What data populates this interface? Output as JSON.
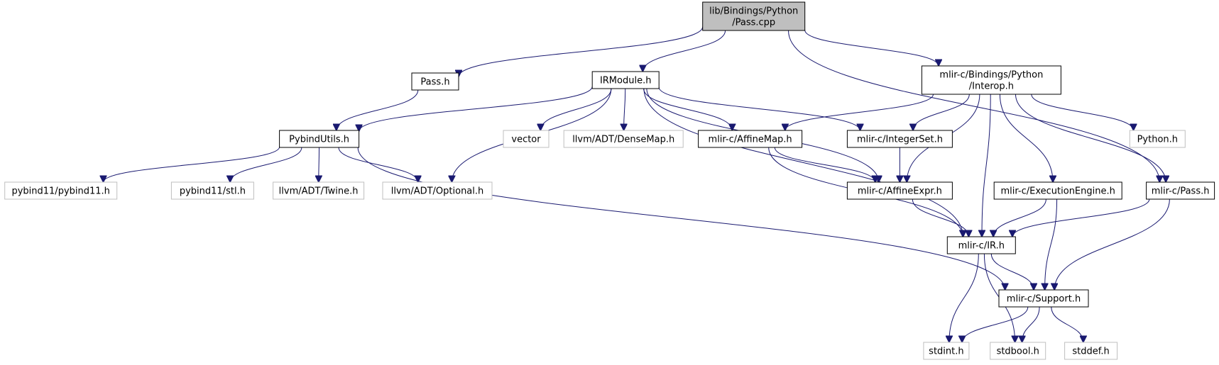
{
  "colors": {
    "edge": "#191970",
    "node_border": "#000000",
    "external_border": "#bfbfbf",
    "root_fill": "#bfbfbf",
    "node_fill": "#ffffff"
  },
  "nodes": [
    {
      "id": "root",
      "lines": [
        "lib/Bindings/Python",
        "/Pass.cpp"
      ],
      "kind": "root"
    },
    {
      "id": "pass_h",
      "lines": [
        "Pass.h"
      ],
      "kind": "normal"
    },
    {
      "id": "irmodule_h",
      "lines": [
        "IRModule.h"
      ],
      "kind": "normal"
    },
    {
      "id": "interop_h",
      "lines": [
        "mlir-c/Bindings/Python",
        "/Interop.h"
      ],
      "kind": "normal"
    },
    {
      "id": "pybindutils_h",
      "lines": [
        "PybindUtils.h"
      ],
      "kind": "normal"
    },
    {
      "id": "vector",
      "lines": [
        "vector"
      ],
      "kind": "external"
    },
    {
      "id": "densemap_h",
      "lines": [
        "llvm/ADT/DenseMap.h"
      ],
      "kind": "external"
    },
    {
      "id": "affinemap_h",
      "lines": [
        "mlir-c/AffineMap.h"
      ],
      "kind": "normal"
    },
    {
      "id": "integerset_h",
      "lines": [
        "mlir-c/IntegerSet.h"
      ],
      "kind": "normal"
    },
    {
      "id": "python_h",
      "lines": [
        "Python.h"
      ],
      "kind": "external"
    },
    {
      "id": "pybind11_h",
      "lines": [
        "pybind11/pybind11.h"
      ],
      "kind": "external"
    },
    {
      "id": "stl_h",
      "lines": [
        "pybind11/stl.h"
      ],
      "kind": "external"
    },
    {
      "id": "twine_h",
      "lines": [
        "llvm/ADT/Twine.h"
      ],
      "kind": "external"
    },
    {
      "id": "optional_h",
      "lines": [
        "llvm/ADT/Optional.h"
      ],
      "kind": "external"
    },
    {
      "id": "affineexpr_h",
      "lines": [
        "mlir-c/AffineExpr.h"
      ],
      "kind": "normal"
    },
    {
      "id": "execengine_h",
      "lines": [
        "mlir-c/ExecutionEngine.h"
      ],
      "kind": "normal"
    },
    {
      "id": "cpass_h",
      "lines": [
        "mlir-c/Pass.h"
      ],
      "kind": "normal"
    },
    {
      "id": "ir_h",
      "lines": [
        "mlir-c/IR.h"
      ],
      "kind": "normal"
    },
    {
      "id": "support_h",
      "lines": [
        "mlir-c/Support.h"
      ],
      "kind": "normal"
    },
    {
      "id": "stdint_h",
      "lines": [
        "stdint.h"
      ],
      "kind": "external"
    },
    {
      "id": "stdbool_h",
      "lines": [
        "stdbool.h"
      ],
      "kind": "external"
    },
    {
      "id": "stddef_h",
      "lines": [
        "stddef.h"
      ],
      "kind": "external"
    }
  ],
  "edges": [
    {
      "from": "root",
      "to": "pass_h"
    },
    {
      "from": "root",
      "to": "irmodule_h"
    },
    {
      "from": "root",
      "to": "interop_h"
    },
    {
      "from": "root",
      "to": "cpass_h"
    },
    {
      "from": "pass_h",
      "to": "pybindutils_h"
    },
    {
      "from": "irmodule_h",
      "to": "pybindutils_h"
    },
    {
      "from": "irmodule_h",
      "to": "optional_h"
    },
    {
      "from": "irmodule_h",
      "to": "vector"
    },
    {
      "from": "irmodule_h",
      "to": "densemap_h"
    },
    {
      "from": "irmodule_h",
      "to": "affinemap_h"
    },
    {
      "from": "irmodule_h",
      "to": "integerset_h"
    },
    {
      "from": "irmodule_h",
      "to": "affineexpr_h"
    },
    {
      "from": "irmodule_h",
      "to": "ir_h"
    },
    {
      "from": "interop_h",
      "to": "affinemap_h"
    },
    {
      "from": "interop_h",
      "to": "integerset_h"
    },
    {
      "from": "interop_h",
      "to": "affineexpr_h"
    },
    {
      "from": "interop_h",
      "to": "ir_h"
    },
    {
      "from": "interop_h",
      "to": "execengine_h"
    },
    {
      "from": "interop_h",
      "to": "python_h"
    },
    {
      "from": "interop_h",
      "to": "cpass_h"
    },
    {
      "from": "pybindutils_h",
      "to": "pybind11_h"
    },
    {
      "from": "pybindutils_h",
      "to": "stl_h"
    },
    {
      "from": "pybindutils_h",
      "to": "twine_h"
    },
    {
      "from": "pybindutils_h",
      "to": "optional_h"
    },
    {
      "from": "pybindutils_h",
      "to": "support_h"
    },
    {
      "from": "affinemap_h",
      "to": "affineexpr_h"
    },
    {
      "from": "affinemap_h",
      "to": "ir_h"
    },
    {
      "from": "integerset_h",
      "to": "affineexpr_h"
    },
    {
      "from": "affineexpr_h",
      "to": "ir_h"
    },
    {
      "from": "execengine_h",
      "to": "ir_h"
    },
    {
      "from": "execengine_h",
      "to": "support_h"
    },
    {
      "from": "cpass_h",
      "to": "ir_h"
    },
    {
      "from": "cpass_h",
      "to": "support_h"
    },
    {
      "from": "ir_h",
      "to": "support_h"
    },
    {
      "from": "ir_h",
      "to": "stdint_h"
    },
    {
      "from": "ir_h",
      "to": "stdbool_h"
    },
    {
      "from": "support_h",
      "to": "stdint_h"
    },
    {
      "from": "support_h",
      "to": "stdbool_h"
    },
    {
      "from": "support_h",
      "to": "stddef_h"
    }
  ]
}
